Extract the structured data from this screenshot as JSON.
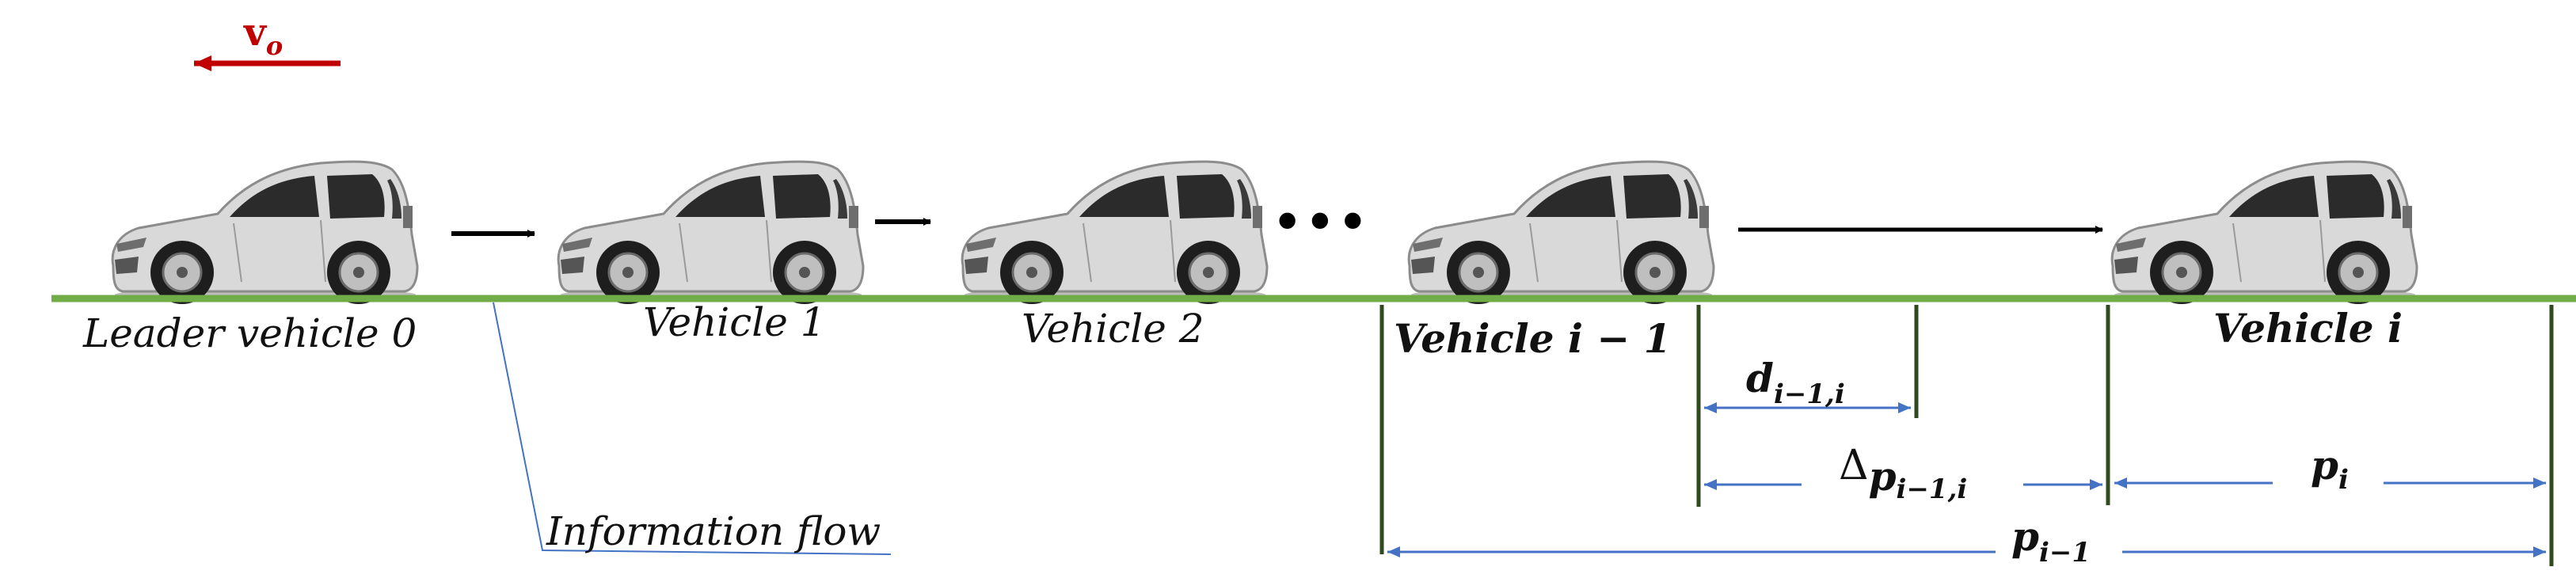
{
  "velocity": {
    "symbol": "v",
    "subscript": "o"
  },
  "vehicles": [
    {
      "label": "Leader vehicle 0"
    },
    {
      "label": "Vehicle 1"
    },
    {
      "label": "Vehicle 2"
    },
    {
      "label": "Vehicle i − 1"
    },
    {
      "label": "Vehicle i"
    }
  ],
  "ellipsis": "•••",
  "information_flow": {
    "label": "Information flow"
  },
  "dimensions": {
    "gap": {
      "symbol": "d",
      "subscript": "i−1,i"
    },
    "delta": {
      "symbol": "Δ",
      "inner": "p",
      "subscript": "i−1,i"
    },
    "p_i": {
      "symbol": "p",
      "subscript": "i"
    },
    "p_prev": {
      "symbol": "p",
      "subscript": "i−1"
    }
  },
  "colors": {
    "road": "#70ad47",
    "dimension": "#4472c4",
    "marker": "#2e4a1e",
    "velocity": "#c00000",
    "car_body": "#d9d9d9"
  }
}
